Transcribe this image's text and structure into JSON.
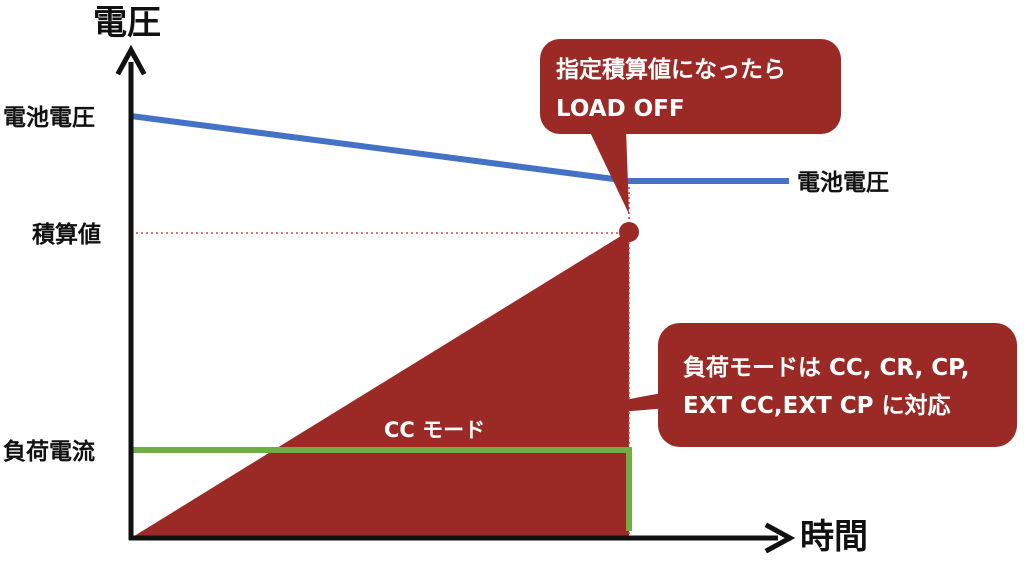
{
  "axes": {
    "y_title": "電圧",
    "x_title": "時間",
    "y_ticks": {
      "battery_voltage": "電池電圧",
      "integrated_value": "積算値",
      "load_current": "負荷電流"
    }
  },
  "series_labels": {
    "battery_voltage": "電池電圧",
    "mode": "CC モード"
  },
  "callouts": {
    "load_off": {
      "line1": "指定積算値になったら",
      "line2": "LOAD OFF"
    },
    "modes": {
      "line1": "負荷モードは CC, CR, CP,",
      "line2": "EXT CC,EXT CP に対応"
    }
  },
  "colors": {
    "axis": "#111111",
    "voltage_line": "#4472c4",
    "current_line": "#70ad47",
    "integral_fill": "#9b2a26",
    "callout_fill": "#9b2a26",
    "reference_dots": "#d9473e"
  }
}
